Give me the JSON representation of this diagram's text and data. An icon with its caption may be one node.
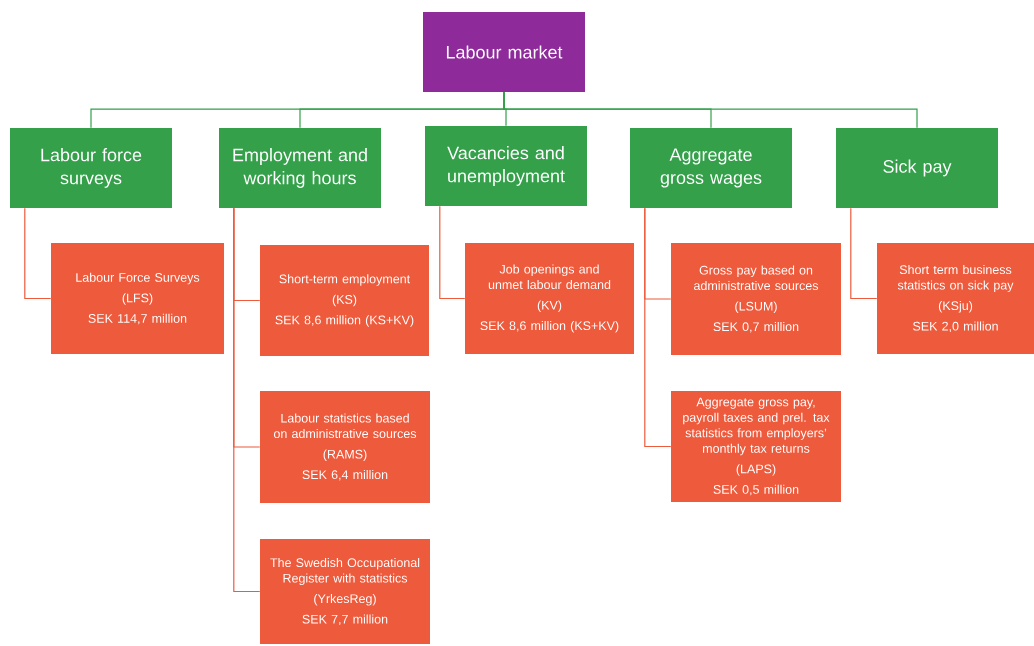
{
  "diagram": {
    "nodes": [
      {
        "text": [
          "Labour market"
        ]
      },
      {
        "text": [
          "Labour force surveys"
        ]
      },
      {
        "text": [
          "Employment and working hours"
        ]
      },
      {
        "text": [
          "Vacancies and unemployment"
        ]
      },
      {
        "text": [
          "Aggregate gross wages"
        ]
      },
      {
        "text": [
          "Sick pay"
        ]
      },
      {
        "text": [
          "Labour Force Surveys",
          "(LFS)",
          "SEK 114,7 million"
        ]
      },
      {
        "text": [
          "Short-term employment",
          "(KS)",
          "SEK 8,6 million (KS+KV)"
        ]
      },
      {
        "text": [
          "Labour statistics based on administrative sources",
          "(RAMS)",
          "SEK 6,4 million"
        ]
      },
      {
        "text": [
          "The Swedish Occupational Register with statistics",
          "(YrkesReg)",
          "SEK 7,7 million"
        ]
      },
      {
        "text": [
          "Job openings and unmet labour demand",
          "(KV)",
          "SEK 8,6 million (KS+KV)"
        ]
      },
      {
        "text": [
          "Gross pay based on administrative sources",
          "(LSUM)",
          "SEK 0,7 million"
        ]
      },
      {
        "text": [
          "Aggregate gross pay, payroll taxes and prel. tax statistics from employers’ monthly tax returns",
          "(LAPS)",
          "SEK 0,5 million"
        ]
      },
      {
        "text": [
          "Short term business statistics on sick pay",
          "(KSju)",
          "SEK 2,0 million"
        ]
      }
    ],
    "edges": [
      {
        "from": 0,
        "to": 1,
        "arrow": "none",
        "color": "#34a04a"
      },
      {
        "from": 0,
        "to": 2,
        "arrow": "none",
        "color": "#34a04a"
      },
      {
        "from": 0,
        "to": 3,
        "arrow": "none",
        "color": "#34a04a"
      },
      {
        "from": 0,
        "to": 4,
        "arrow": "none",
        "color": "#34a04a"
      },
      {
        "from": 0,
        "to": 5,
        "arrow": "none",
        "color": "#34a04a"
      },
      {
        "from": 1,
        "to": 6,
        "arrow": "none"
      },
      {
        "from": 2,
        "to": 7,
        "arrow": "none"
      },
      {
        "from": 2,
        "to": 8,
        "arrow": "none"
      },
      {
        "from": 2,
        "to": 9,
        "arrow": "none"
      },
      {
        "from": 3,
        "to": 10,
        "arrow": "none"
      },
      {
        "from": 4,
        "to": 11,
        "arrow": "none"
      },
      {
        "from": 4,
        "to": 12,
        "arrow": "none"
      },
      {
        "from": 5,
        "to": 13,
        "arrow": "none"
      }
    ]
  }
}
